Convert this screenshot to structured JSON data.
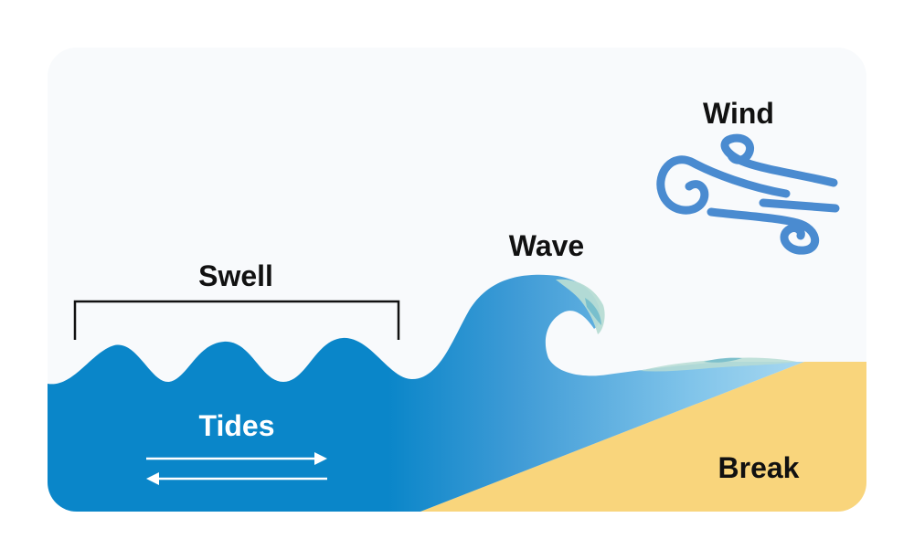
{
  "labels": {
    "wind": "Wind",
    "wave": "Wave",
    "swell": "Swell",
    "tides": "Tides",
    "break": "Break"
  },
  "colors": {
    "panel_background": "#f8fafc",
    "ocean_deep": "#0a86c9",
    "ocean_mid": "#3f9bd6",
    "ocean_light": "#93cdec",
    "foam": "#b7dcd4",
    "sand": "#f9d57c",
    "wind": "#4a8bd0",
    "text_dark": "#111111",
    "text_light": "#ffffff"
  },
  "icons": {
    "wind": "wind-swirl-icon",
    "tides": "double-arrow-icon"
  }
}
